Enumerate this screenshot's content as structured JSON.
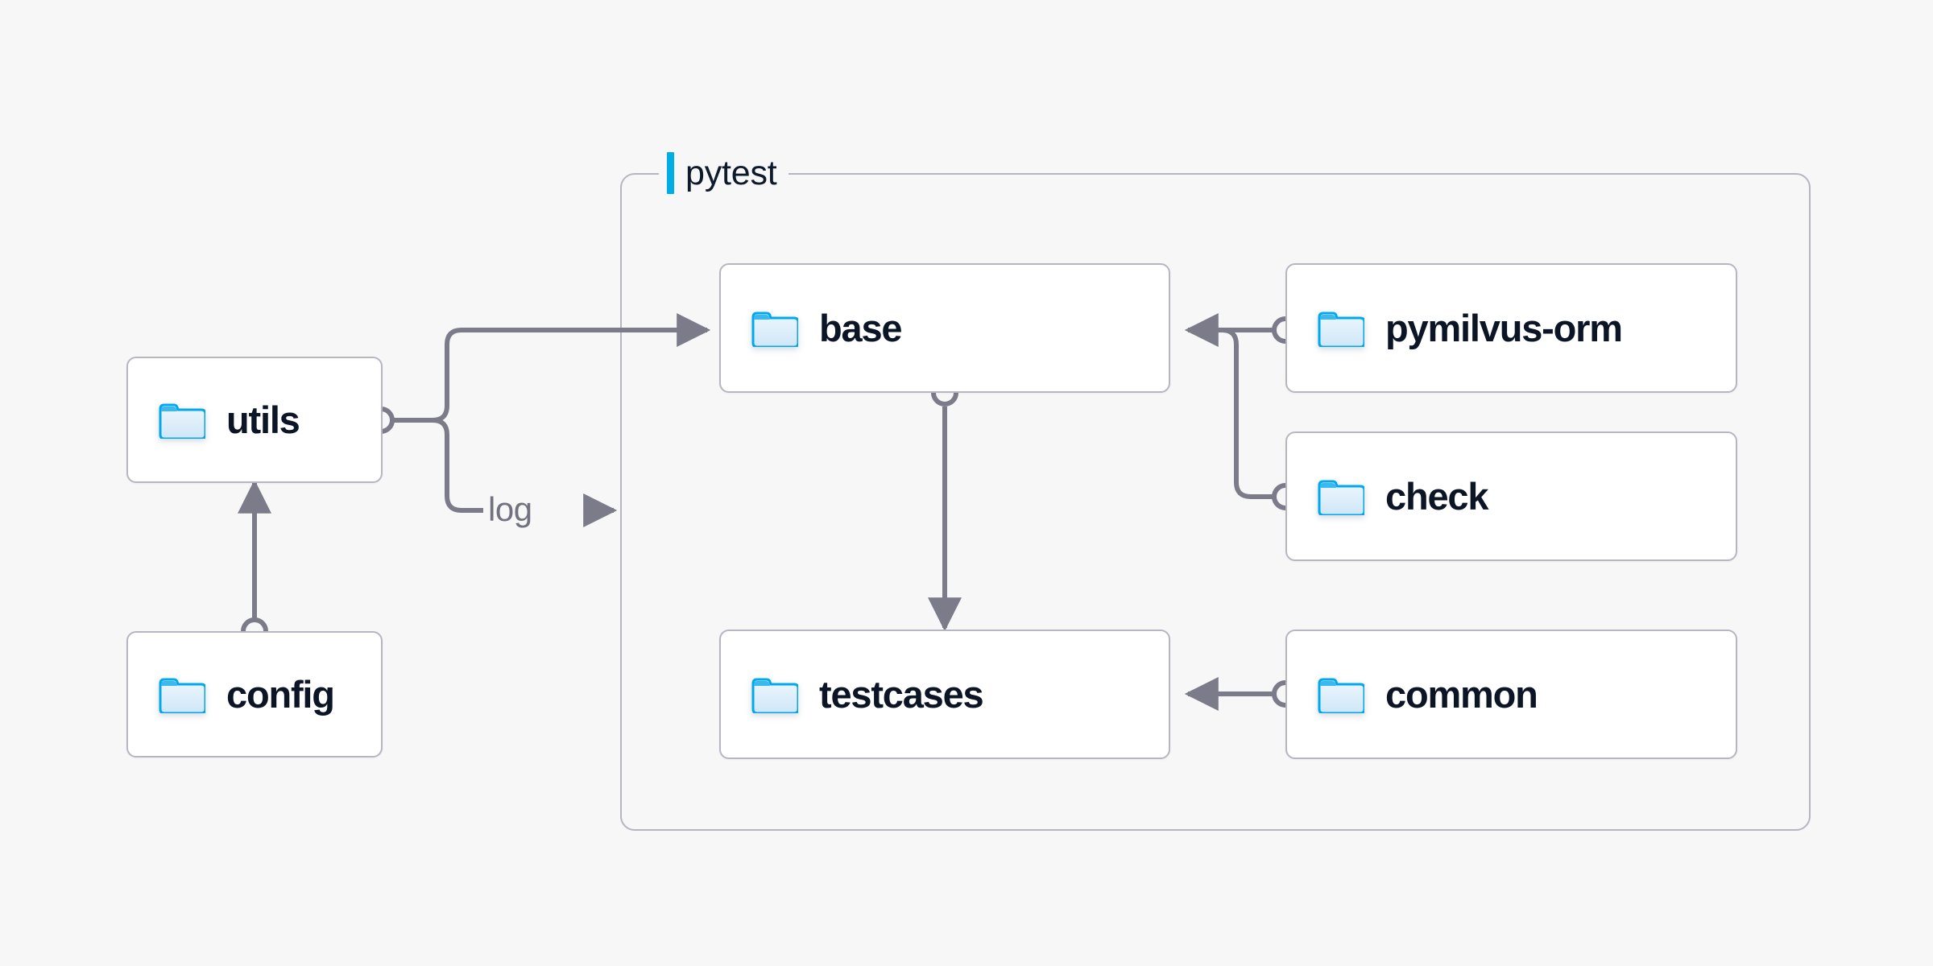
{
  "diagram": {
    "title_visible": false,
    "background_color": "#f7f7f7",
    "accent_color": "#00ade6",
    "node_border_color": "#b7b5c2",
    "node_fill_color": "#ffffff",
    "node_text_color": "#0b1526",
    "edge_color": "#7b7b8a",
    "port_color": "#7b7b8a"
  },
  "group": {
    "label": "pytest",
    "icon": "accent-bar-icon"
  },
  "nodes": [
    {
      "id": "utils",
      "label": "utils",
      "icon": "folder-icon"
    },
    {
      "id": "config",
      "label": "config",
      "icon": "folder-icon"
    },
    {
      "id": "base",
      "label": "base",
      "icon": "folder-icon"
    },
    {
      "id": "testcases",
      "label": "testcases",
      "icon": "folder-icon"
    },
    {
      "id": "pymilvus-orm",
      "label": "pymilvus-orm",
      "icon": "folder-icon"
    },
    {
      "id": "check",
      "label": "check",
      "icon": "folder-icon"
    },
    {
      "id": "common",
      "label": "common",
      "icon": "folder-icon"
    }
  ],
  "edges": [
    {
      "id": "utils-base",
      "from": "utils",
      "to": "base",
      "label": ""
    },
    {
      "id": "utils-log",
      "from": "utils",
      "to": "pytest",
      "label": "log"
    },
    {
      "id": "config-utils",
      "from": "config",
      "to": "utils",
      "label": ""
    },
    {
      "id": "base-testcases",
      "from": "base",
      "to": "testcases",
      "label": ""
    },
    {
      "id": "pymilvus-orm-base",
      "from": "pymilvus-orm",
      "to": "base",
      "label": ""
    },
    {
      "id": "check-base",
      "from": "check",
      "to": "base",
      "label": ""
    },
    {
      "id": "common-testcases",
      "from": "common",
      "to": "testcases",
      "label": ""
    }
  ]
}
